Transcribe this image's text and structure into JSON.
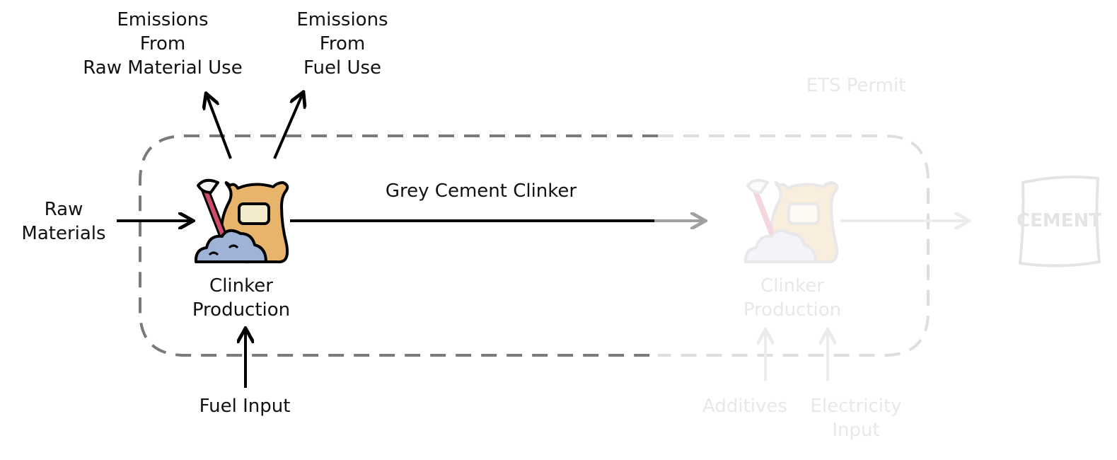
{
  "labels": {
    "emissions_raw": "Emissions\nFrom\nRaw Material Use",
    "emissions_fuel": "Emissions\nFrom\nFuel Use",
    "ets_permit": "ETS Permit",
    "raw_materials": "Raw\nMaterials",
    "grey_cement_clinker": "Grey Cement Clinker",
    "clinker_production": "Clinker\nProduction",
    "clinker_production_faded": "Clinker\nProduction",
    "fuel_input": "Fuel Input",
    "additives": "Additives",
    "electricity_input": "Electricity\nInput",
    "cement_bag_text": "CEMENT"
  },
  "colors": {
    "text": "#111111",
    "faded_text": "#e8e8e8",
    "dash_dark": "#7a7a7a",
    "dash_light": "#dedede",
    "arrow_dark": "#000000",
    "arrow_mid": "#a0a0a0",
    "arrow_light": "#ececec",
    "sack": "#e8b36a",
    "pile": "#9fb3d6",
    "shovel": "#d04a6a",
    "label_patch": "#f3eccc"
  },
  "icons": {
    "main": "clinker-sack-shovel-icon",
    "faded": "clinker-sack-shovel-icon-faded",
    "product": "cement-bag-icon"
  }
}
